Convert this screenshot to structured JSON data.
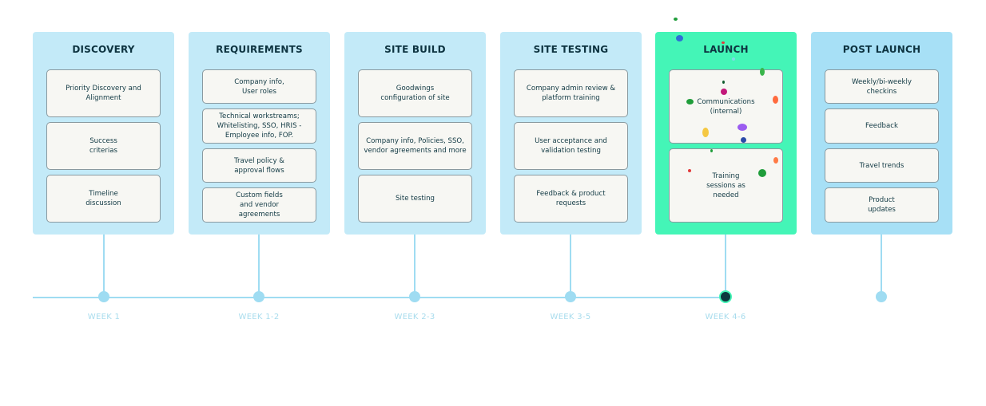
{
  "phases": [
    {
      "title": "DISCOVERY",
      "items": [
        "Priority Discovery and\nAlignment",
        "Success\ncriterias",
        "Timeline\ndiscussion"
      ]
    },
    {
      "title": "REQUIREMENTS",
      "items": [
        "Company info,\nUser roles",
        "Technical workstreams;\nWhitelisting, SSO, HRIS -\nEmployee info, FOP.",
        "Travel policy &\napproval flows",
        "Custom fields\nand vendor\nagreements"
      ]
    },
    {
      "title": "SITE BUILD",
      "items": [
        "Goodwings\nconfiguration of site",
        "Company info, Policies, SSO,\nvendor agreements and more",
        "Site testing"
      ]
    },
    {
      "title": "SITE TESTING",
      "items": [
        "Company admin review &\nplatform training",
        "User acceptance and\nvalidation testing",
        "Feedback & product\nrequests"
      ]
    },
    {
      "title": "LAUNCH",
      "items": [
        "Communications\n(internal)",
        "Training\nsessions as\nneeded"
      ]
    },
    {
      "title": "POST LAUNCH",
      "items": [
        "Weekly/bi-weekly\ncheckins",
        "Feedback",
        "Travel trends",
        "Product\nupdates"
      ]
    }
  ],
  "weeks": [
    "WEEK 1",
    "WEEK 1-2",
    "WEEK 2-3",
    "WEEK 3-5",
    "WEEK 4-6"
  ],
  "colors": {
    "phase_bg": "#c3eaf8",
    "launch_bg": "#44f5b7",
    "post_launch_bg": "#a7e0f6",
    "timeline": "#9fdcf2",
    "current_dot": "#0e3a3f"
  }
}
